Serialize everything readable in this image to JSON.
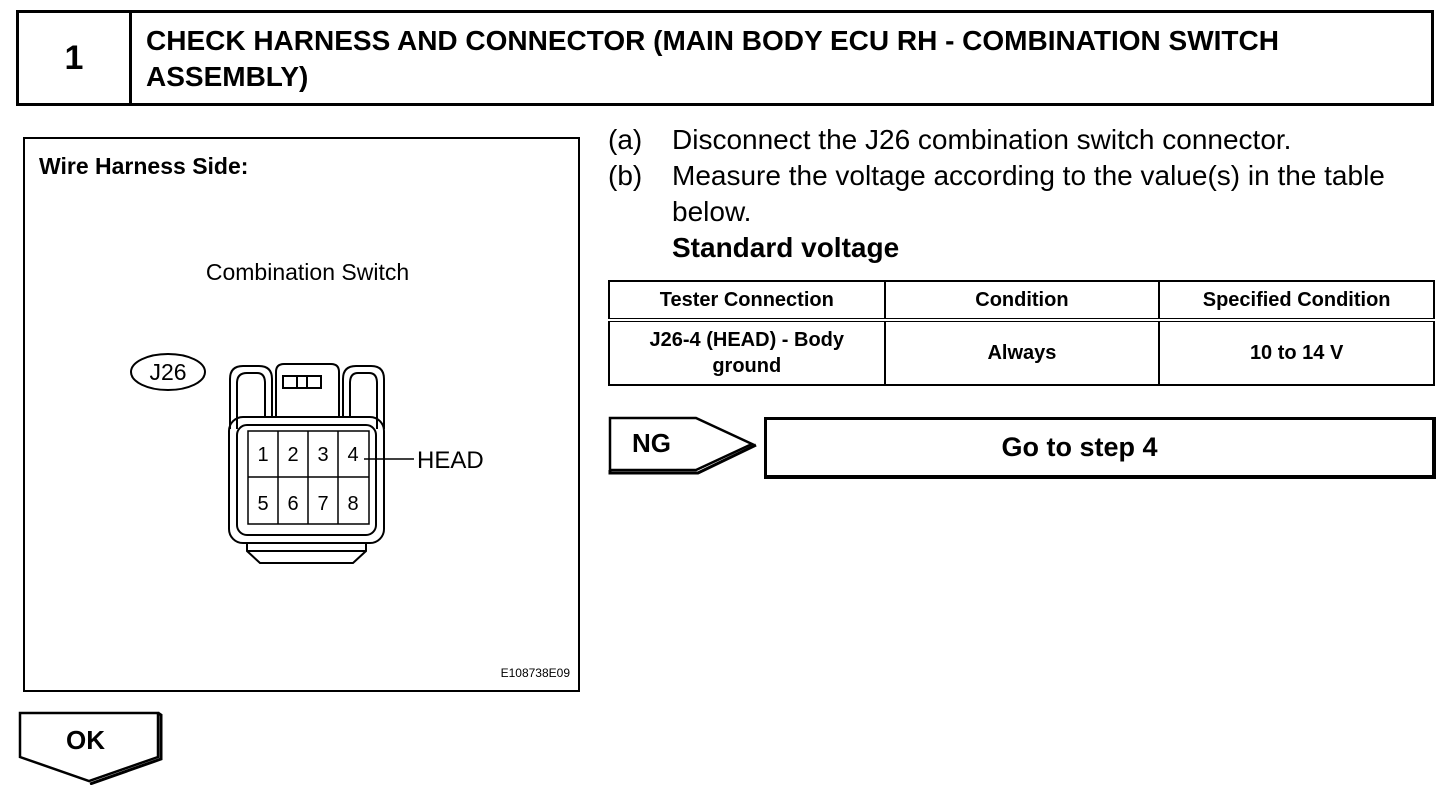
{
  "step": {
    "number": "1",
    "title": "CHECK HARNESS AND CONNECTOR (MAIN BODY ECU RH - COMBINATION SWITCH ASSEMBLY)"
  },
  "figure": {
    "title": "Wire Harness Side:",
    "subtitle": "Combination Switch",
    "connector_id": "J26",
    "pins_top": [
      "1",
      "2",
      "3",
      "4"
    ],
    "pins_bottom": [
      "5",
      "6",
      "7",
      "8"
    ],
    "pin_label": "HEAD",
    "code": "E108738E09"
  },
  "instructions": [
    {
      "key": "(a)",
      "text": "Disconnect the J26 combination switch connector."
    },
    {
      "key": "(b)",
      "text": "Measure the voltage according to the value(s) in the table below."
    }
  ],
  "standard_label": "Standard voltage",
  "table": {
    "headers": [
      "Tester Connection",
      "Condition",
      "Specified Condition"
    ],
    "rows": [
      [
        "J26-4 (HEAD) - Body ground",
        "Always",
        "10 to 14 V"
      ]
    ]
  },
  "ng": {
    "label": "NG",
    "target": "Go to step 4"
  },
  "ok": {
    "label": "OK"
  }
}
